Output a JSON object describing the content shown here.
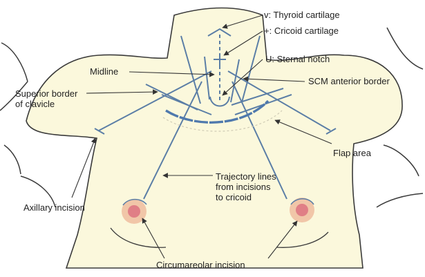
{
  "labels": {
    "thyroid": "v: Thyroid cartilage",
    "cricoid": "+: Cricoid cartilage",
    "sternal_notch": "U: Sternal notch",
    "midline": "Midline",
    "scm": "SCM anterior border",
    "clavicle_line1": "Superior border",
    "clavicle_line2": "of clavicle",
    "flap": "Flap area",
    "trajectory_line1": "Trajectory lines",
    "trajectory_line2": "from incisions",
    "trajectory_line3": "to cricoid",
    "axillary": "Axillary incision",
    "circumareolar": "Circumareolar incision"
  },
  "colors": {
    "skin": "#fbf8dc",
    "outline": "#3a3a3a",
    "guide_lines": "#5b7ea6",
    "flap_curve": "#4f79ad",
    "areola": "#f1c6a8",
    "nipple": "#e07f86",
    "leader": "#333333",
    "text": "#222222"
  }
}
